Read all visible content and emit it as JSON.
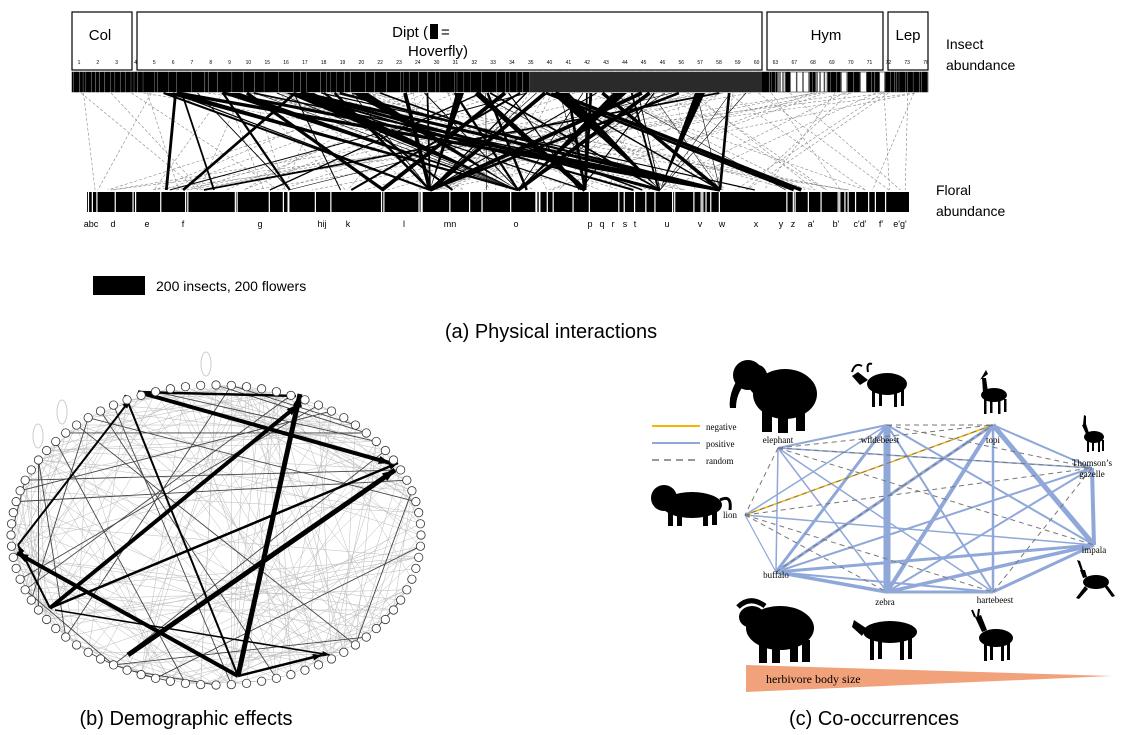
{
  "panel_a": {
    "caption": "(a) Physical interactions",
    "groups": [
      {
        "key": "col",
        "label": "Col"
      },
      {
        "key": "dipt",
        "label_line1": "Dipt (",
        "label_line1b": " =",
        "label_line2": "Hoverfly)"
      },
      {
        "key": "hym",
        "label": "Hym"
      },
      {
        "key": "lep",
        "label": "Lep"
      }
    ],
    "insect_numbers": [
      "1",
      "2",
      "3",
      "4",
      "5",
      "6",
      "7",
      "8",
      "9",
      "10",
      "15",
      "16",
      "17",
      "18",
      "19",
      "20",
      "22",
      "23",
      "24",
      "30",
      "31",
      "32",
      "33",
      "34",
      "35",
      "40",
      "41",
      "42",
      "43",
      "44",
      "45",
      "46",
      "56",
      "57",
      "58",
      "59",
      "60",
      "63",
      "67",
      "68",
      "69",
      "70",
      "71",
      "72",
      "73",
      "76"
    ],
    "insect_label": [
      "Insect",
      "abundance"
    ],
    "floral_label": [
      "Floral",
      "abundance"
    ],
    "flower_labels": [
      "abc",
      "d",
      "e",
      "f",
      "g",
      "hij",
      "k",
      "l",
      "mn",
      "o",
      "p",
      "q",
      "r",
      "s",
      "t",
      "u",
      "v",
      "w",
      "x",
      "y",
      "z",
      "a'",
      "b'",
      "c'd'",
      "f'",
      "e'g'"
    ],
    "legend": "200 insects, 200 flowers"
  },
  "panel_b": {
    "caption": "(b) Demographic effects"
  },
  "panel_c": {
    "caption": "(c) Co-occurrences",
    "legend": [
      {
        "label": "negative",
        "color": "#f5b400",
        "style": "solid"
      },
      {
        "label": "positive",
        "color": "#8fa8d9",
        "style": "solid"
      },
      {
        "label": "random",
        "color": "#777777",
        "style": "dashed"
      }
    ],
    "species": [
      "wildebeest",
      "topi",
      "elephant",
      "Thomson’s",
      "gazelle",
      "lion",
      "impala",
      "buffalo",
      "zebra",
      "hartebeest"
    ],
    "body_size_label": "herbivore body size",
    "body_size_color": "#f2a27a"
  }
}
